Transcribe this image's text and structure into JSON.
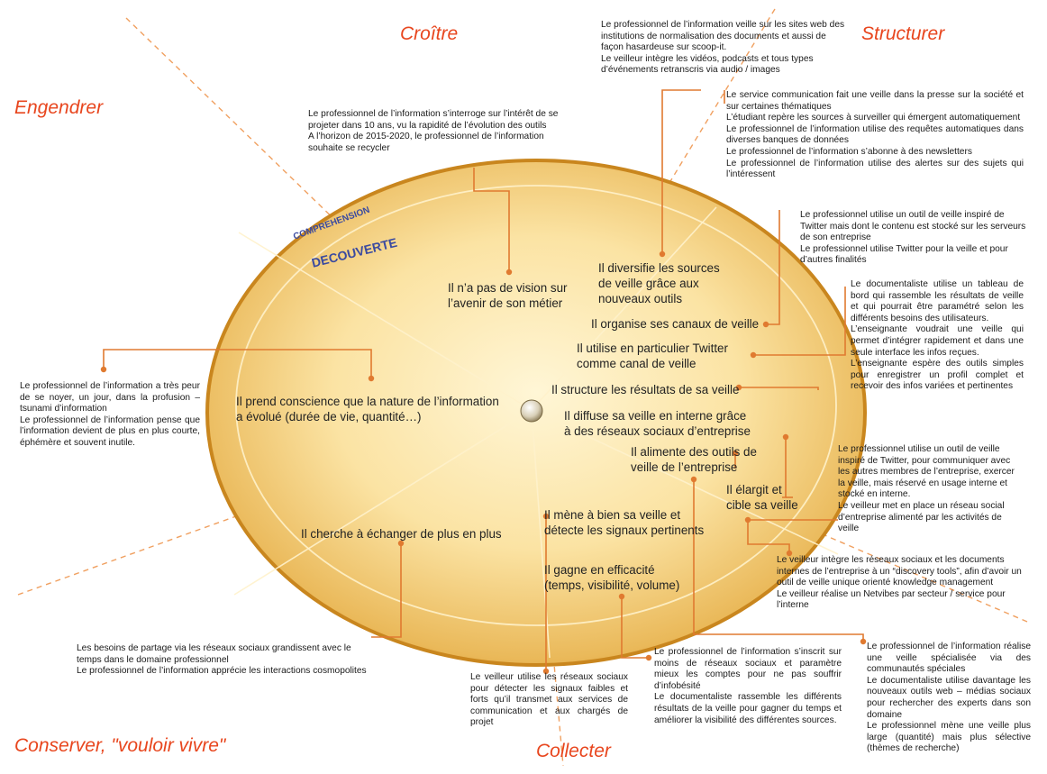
{
  "quadrants": {
    "croitre": "Croître",
    "structurer": "Structurer",
    "engendrer": "Engendrer",
    "conserver": "Conserver, \"vouloir vivre\"",
    "collecter": "Collecter"
  },
  "center_labels": {
    "comprehension": "COMPREHENSION",
    "decouverte": "DECOUVERTE"
  },
  "colors": {
    "accent": "#e8461e",
    "connector": "#e07a30",
    "ellipse_light": "#fbe3a3",
    "ellipse_dark": "#d9962a"
  },
  "inner_statements": {
    "vision": [
      "Il n’a pas de vision sur",
      "l’avenir de son métier"
    ],
    "diversifie": [
      "Il diversifie les sources",
      "de veille grâce aux",
      "nouveaux outils"
    ],
    "organise": [
      "Il organise ses canaux de veille"
    ],
    "twitter": [
      "Il utilise en particulier Twitter",
      "comme canal de veille"
    ],
    "structure": [
      "Il structure les résultats de sa veille"
    ],
    "conscience": [
      "Il prend conscience que la nature de l’information",
      "a évolué (durée de vie, quantité…)"
    ],
    "diffuse": [
      "Il diffuse sa veille en interne grâce",
      "à des réseaux sociaux d’entreprise"
    ],
    "alimente": [
      "Il alimente des outils de",
      "veille de l’entreprise"
    ],
    "elargit": [
      "Il élargit et",
      "cible sa veille"
    ],
    "mene": [
      "Il mène à bien sa veille et",
      "détecte les signaux pertinents"
    ],
    "echanger": [
      "Il cherche à échanger de plus en plus"
    ],
    "gagne": [
      "Il gagne en efficacité",
      "(temps, visibilité, volume)"
    ]
  },
  "notes": {
    "top_center": [
      "Le professionnel de l’information veille sur les sites web des institutions de normalisation des documents et aussi de façon hasardeuse sur scoop-it.",
      "Le veilleur intègre les vidéos, podcasts et tous types d’événements retranscris via audio / images"
    ],
    "top_left": [
      "Le professionnel de l’information s’interroge sur l’intérêt de se projeter dans 10 ans, vu la rapidité de l’évolution des outils",
      "A l’horizon de 2015-2020, le professionnel de l’information souhaite se recycler"
    ],
    "right_service": [
      "Le service communication fait une veille dans la presse sur la société et sur certaines thématiques",
      "L’étudiant repère les sources à surveiller qui émergent automatiquement",
      "Le professionnel de l’information utilise des requêtes automatiques dans diverses banques de données",
      "Le professionnel de l’information s’abonne à des newsletters",
      "Le professionnel de l’information utilise des alertes sur des sujets qui l’intéressent"
    ],
    "right_twitter": [
      "Le professionnel utilise un outil de veille inspiré de Twitter mais dont le contenu est stocké sur les serveurs de son entreprise",
      "Le professionnel utilise Twitter pour la veille et pour d’autres finalités"
    ],
    "right_tableau": [
      "Le documentaliste utilise un tableau de bord qui rassemble les résultats de veille et qui pourrait être paramétré selon les différents besoins des utilisateurs.",
      "L’enseignante voudrait une veille qui permet d’intégrer rapidement et dans une seule interface les infos reçues.",
      "L’enseignante espère des outils simples pour enregistrer un profil complet et recevoir des infos variées et pertinentes"
    ],
    "right_reseau": [
      "Le professionnel utilise un outil de veille inspiré de Twitter, pour communiquer avec les autres membres de l’entreprise, exercer la veille, mais réservé en usage interne et stocké en interne.",
      "Le veilleur met en place un réseau social d’entreprise alimenté par les activités de veille"
    ],
    "right_discovery": [
      "Le veilleur intègre les réseaux sociaux et les documents internes de l’entreprise à un “discovery tools”, afin d’avoir un outil de veille unique orienté knowledge management",
      "Le veilleur réalise un Netvibes par secteur / service pour l’interne"
    ],
    "left_noyer": [
      "Le professionnel de l’information a très peur de se noyer, un jour, dans la profusion – tsunami d’information",
      "Le professionnel de l’information pense que l’information devient de plus en plus courte, éphémère et souvent inutile."
    ],
    "bottom_partage": [
      "Les besoins de partage via les réseaux sociaux grandissent avec le temps dans le domaine professionnel",
      "Le professionnel de l’information apprécie les interactions cosmopolites"
    ],
    "bottom_veilleur": [
      "Le veilleur utilise les réseaux sociaux pour détecter les signaux faibles et forts qu’il transmet aux services de communication et aux chargés de projet"
    ],
    "bottom_infobesite": [
      "Le professionnel de l’information s’inscrit sur moins de réseaux sociaux et paramètre mieux les comptes pour ne pas souffrir d’infobésité",
      "Le documentaliste rassemble les différents résultats de la veille pour gagner du temps et améliorer la visibilité des différentes sources."
    ],
    "bottom_right": [
      "Le professionnel de l’information réalise une veille spécialisée via des communautés spéciales",
      "Le documentaliste utilise davantage les nouveaux outils web – médias sociaux pour rechercher des experts dans son domaine",
      "Le professionnel mène une veille plus large (quantité) mais plus sélective (thèmes de recherche)"
    ]
  }
}
